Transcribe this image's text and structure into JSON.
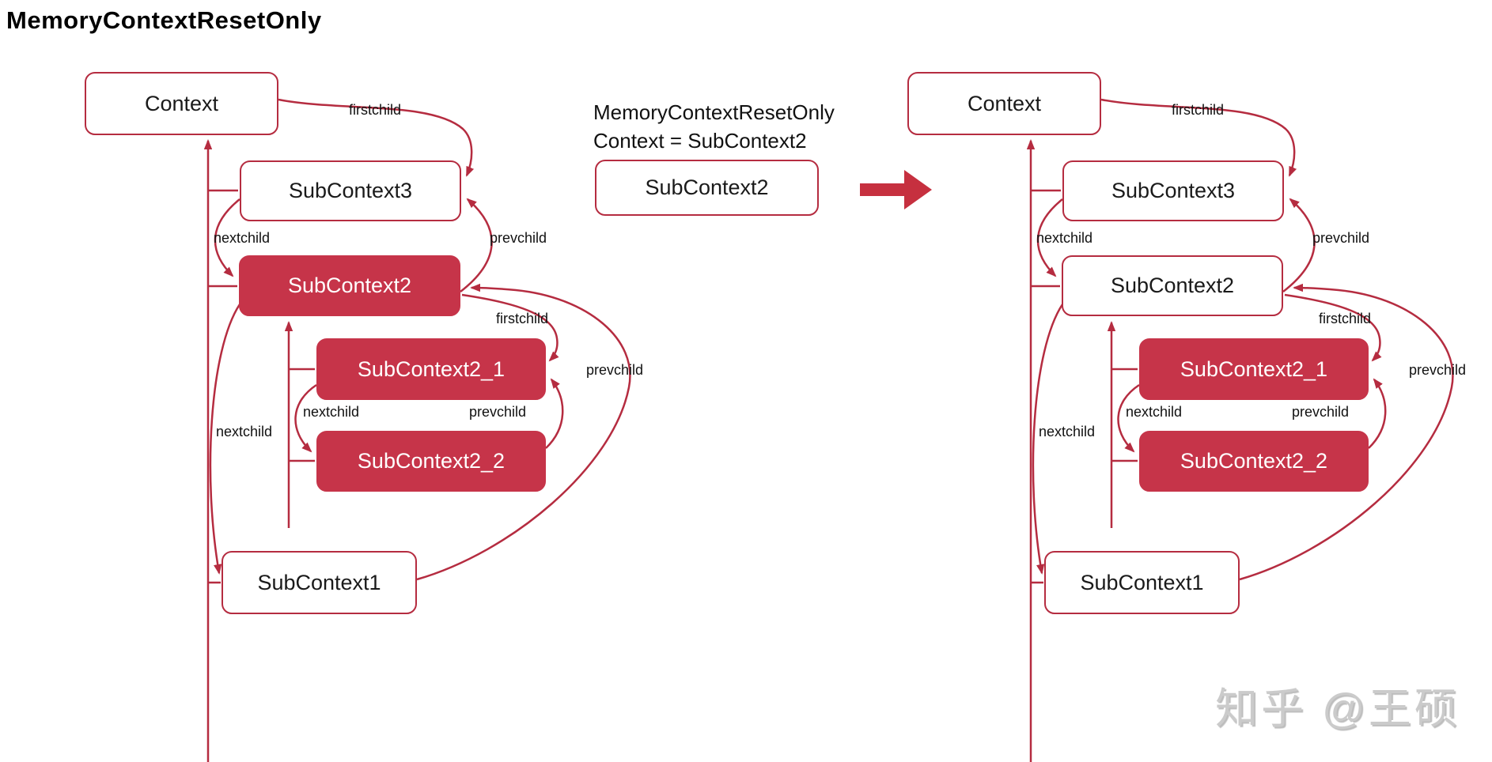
{
  "title": "MemoryContextResetOnly",
  "annotation": {
    "line1": "MemoryContextResetOnly",
    "line2": "Context = SubContext2"
  },
  "middle": {
    "box_label": "SubContext2",
    "arrow_icon": "right-arrow"
  },
  "watermark": "知乎 @王硕",
  "colors": {
    "red_fill": "#c63449",
    "red_stroke": "#b52c40",
    "text": "#1a1a1a",
    "watermark_gray": "#cbcbcb"
  },
  "left": {
    "boxes": {
      "context": "Context",
      "sub3": "SubContext3",
      "sub2": "SubContext2",
      "sub2_1": "SubContext2_1",
      "sub2_2": "SubContext2_2",
      "sub1": "SubContext1"
    },
    "labels": {
      "firstchild_top": "firstchild",
      "nextchild_3_to_2": "nextchild",
      "prevchild_2_to_3": "prevchild",
      "firstchild_sub2": "firstchild",
      "nextchild_21_to_22": "nextchild",
      "prevchild_22_to_21": "prevchild",
      "nextchild_2_to_1": "nextchild",
      "prevchild_1_to_2": "prevchild"
    }
  },
  "right": {
    "boxes": {
      "context": "Context",
      "sub3": "SubContext3",
      "sub2": "SubContext2",
      "sub2_1": "SubContext2_1",
      "sub2_2": "SubContext2_2",
      "sub1": "SubContext1"
    },
    "labels": {
      "firstchild_top": "firstchild",
      "nextchild_3_to_2": "nextchild",
      "prevchild_2_to_3": "prevchild",
      "firstchild_sub2": "firstchild",
      "nextchild_21_to_22": "nextchild",
      "prevchild_22_to_21": "prevchild",
      "nextchild_2_to_1": "nextchild",
      "prevchild_1_to_2": "prevchild"
    }
  }
}
